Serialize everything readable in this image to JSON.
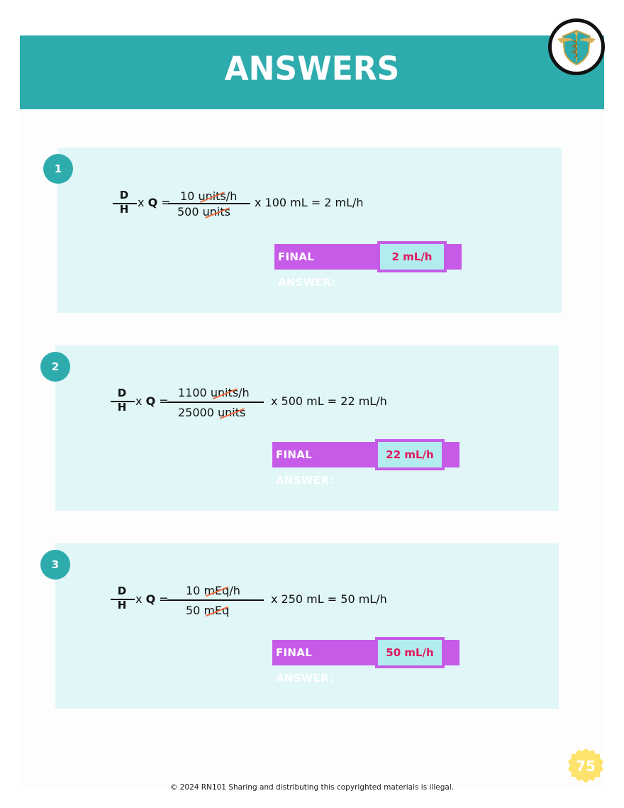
{
  "header": {
    "title": "ANSWERS",
    "band_color": "#2eabad",
    "logo": "medical-shield-caduceus-logo"
  },
  "formula_prefix": {
    "dose": "D",
    "have": "H",
    "times": "x",
    "quantity": "Q",
    "equals": "="
  },
  "final_answer_label": "FINAL ANSWER:",
  "problems": [
    {
      "number": "1",
      "numerator_value": "10",
      "numerator_unit": "units",
      "numerator_suffix": "/h",
      "denominator_value": "500",
      "denominator_unit": "units",
      "rhs": "x 100 mL = 2 mL/h",
      "final_answer": "2 mL/h"
    },
    {
      "number": "2",
      "numerator_value": "1100",
      "numerator_unit": "units",
      "numerator_suffix": "/h",
      "denominator_value": "25000",
      "denominator_unit": "units",
      "rhs": "x 500 mL = 22 mL/h",
      "final_answer": "22 mL/h"
    },
    {
      "number": "3",
      "numerator_value": "10",
      "numerator_unit": "mEq",
      "numerator_suffix": "/h",
      "denominator_value": "50",
      "denominator_unit": "mEq",
      "rhs": "x 250 mL = 50 mL/h",
      "final_answer": "50 mL/h"
    }
  ],
  "colors": {
    "card_bg": "#e0f6f7",
    "badge": "#2eabad",
    "final_bar": "#c65be8",
    "final_box_bg": "#b2ecef",
    "final_value": "#e0185c",
    "strike": "#ef6a3a",
    "page_badge": "#fde36b"
  },
  "page_number": "75",
  "footer": "© 2024 RN101 Sharing and distributing this copyrighted materials is illegal."
}
